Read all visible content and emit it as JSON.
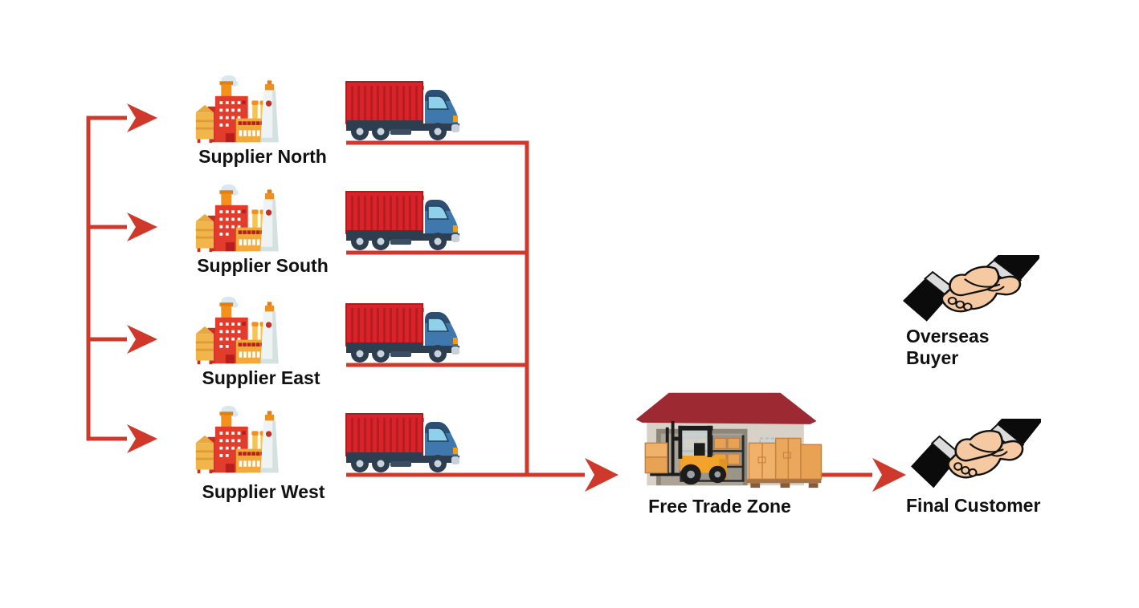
{
  "diagram": {
    "type": "supply-chain-flow",
    "background": "#ffffff",
    "connector_color": "#cf392b",
    "label_color": "#111111"
  },
  "suppliers": [
    {
      "label": "Supplier North",
      "icons": [
        "factory-icon",
        "container-truck-icon"
      ]
    },
    {
      "label": "Supplier South",
      "icons": [
        "factory-icon",
        "container-truck-icon"
      ]
    },
    {
      "label": "Supplier East",
      "icons": [
        "factory-icon",
        "container-truck-icon"
      ]
    },
    {
      "label": "Supplier West",
      "icons": [
        "factory-icon",
        "container-truck-icon"
      ]
    }
  ],
  "hub": {
    "label": "Free Trade Zone",
    "icon": "warehouse-forklift-icon"
  },
  "overseas_buyer": {
    "label": "Overseas Buyer",
    "icon": "handshake-icon"
  },
  "final_customer": {
    "label": "Final Customer",
    "icon": "handshake-icon"
  },
  "connections": [
    {
      "from": "inbound-trunk",
      "to": "Supplier North",
      "style": "red-arrow"
    },
    {
      "from": "inbound-trunk",
      "to": "Supplier South",
      "style": "red-arrow"
    },
    {
      "from": "inbound-trunk",
      "to": "Supplier East",
      "style": "red-arrow"
    },
    {
      "from": "inbound-trunk",
      "to": "Supplier West",
      "style": "red-arrow"
    },
    {
      "from": "supplier-trucks",
      "to": "Free Trade Zone",
      "style": "red-arrow"
    },
    {
      "from": "Free Trade Zone",
      "to": "Final Customer",
      "style": "red-arrow"
    }
  ]
}
